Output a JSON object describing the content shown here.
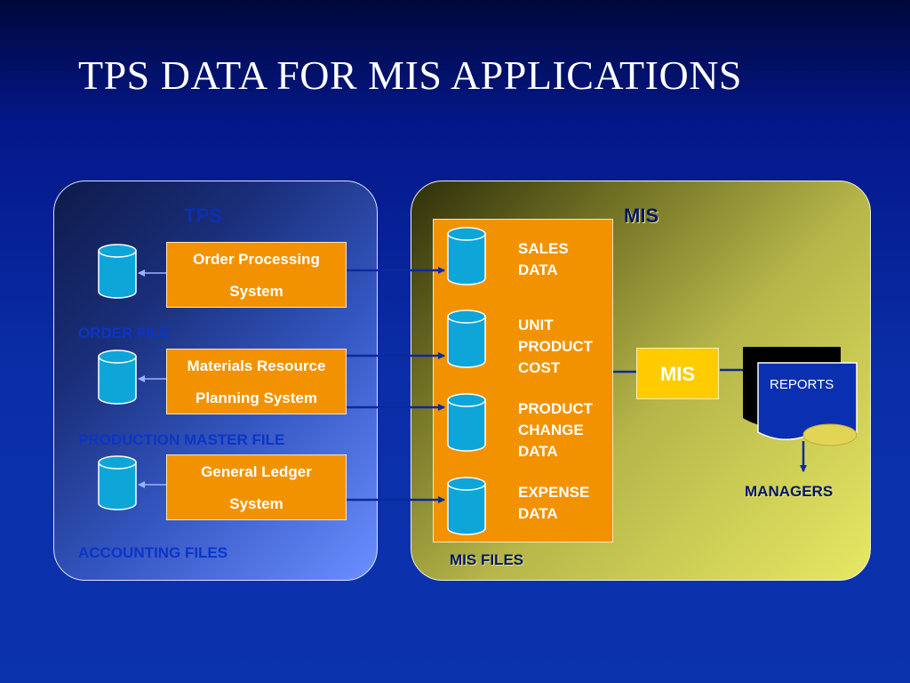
{
  "title": "TPS DATA FOR MIS APPLICATIONS",
  "tps_panel": {
    "label": "TPS",
    "systems": [
      {
        "line1": "Order Processing",
        "line2": "System",
        "file": "ORDER FILE"
      },
      {
        "line1": "Materials Resource",
        "line2": "Planning System",
        "file": "PRODUCTION MASTER FILE"
      },
      {
        "line1": "General Ledger",
        "line2": "System",
        "file": "ACCOUNTING FILES"
      }
    ]
  },
  "mis_panel": {
    "label": "MIS",
    "files_label": "MIS FILES",
    "data_items": [
      {
        "lines": [
          "SALES",
          "DATA"
        ]
      },
      {
        "lines": [
          "UNIT",
          "PRODUCT",
          "COST"
        ]
      },
      {
        "lines": [
          "PRODUCT",
          "CHANGE",
          "DATA"
        ]
      },
      {
        "lines": [
          "EXPENSE",
          "DATA"
        ]
      }
    ],
    "mis_box": "MIS",
    "reports": "REPORTS",
    "managers": "MANAGERS"
  },
  "colors": {
    "orange": "#f39200",
    "cylinder": "#0ea5d9",
    "mis_box": "#ffcc00",
    "report_blue": "#0a2fb0",
    "arrow": "#0b2a9e"
  }
}
